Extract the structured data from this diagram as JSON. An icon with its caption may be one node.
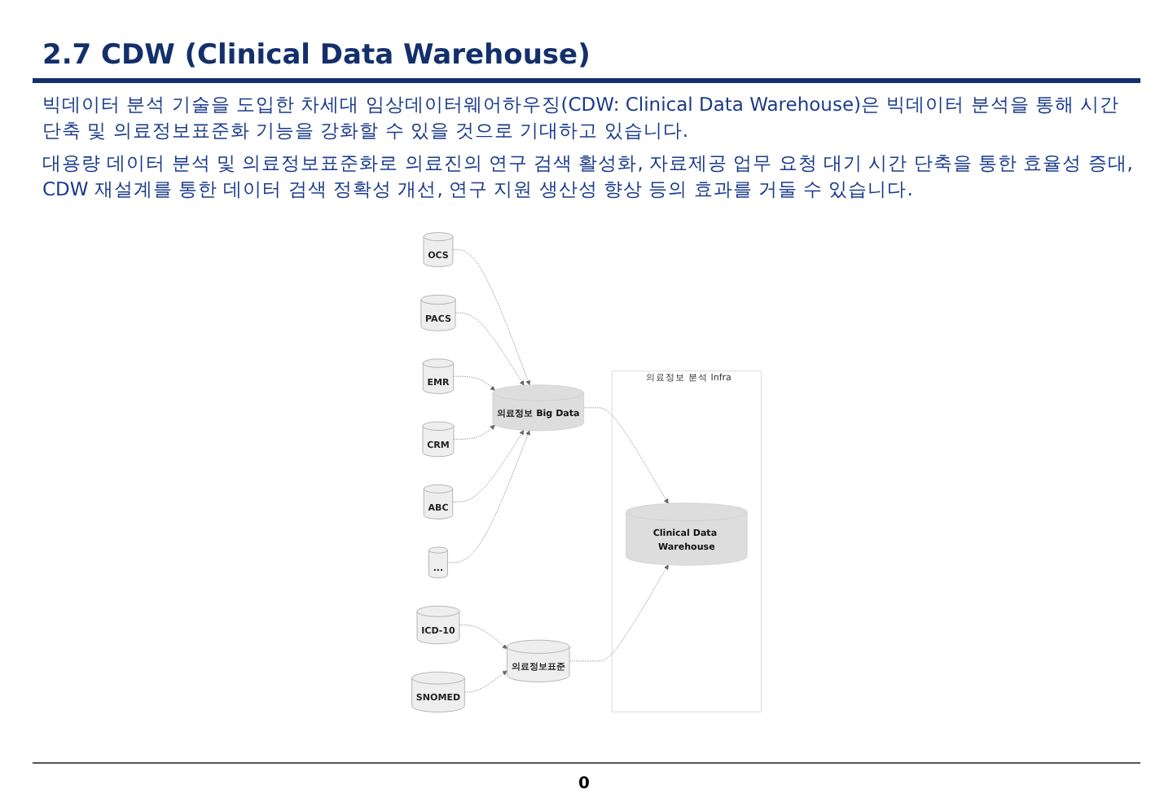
{
  "diagram": {
    "title": "2.7 CDW (Clinical Data Warehouse)",
    "nodes": [
      {
        "text": [
          "OCS"
        ]
      },
      {
        "text": [
          "PACS"
        ]
      },
      {
        "text": [
          "EMR"
        ]
      },
      {
        "text": [
          "CRM"
        ]
      },
      {
        "text": [
          "ABC"
        ]
      },
      {
        "text": [
          "..."
        ]
      },
      {
        "text": [
          "의료정보 Big Data"
        ]
      },
      {
        "text": [
          "의료정보 분석 Infra"
        ]
      },
      {
        "text": [
          "Clinical Data Warehouse"
        ],
        "in": 7
      },
      {
        "text": [
          "ICD-10"
        ]
      },
      {
        "text": [
          "SNOMED"
        ]
      },
      {
        "text": [
          "의료정보표준"
        ]
      }
    ],
    "edges": [
      {
        "from": 0,
        "to": 6,
        "arrow": "to",
        "style": "dashed"
      },
      {
        "from": 1,
        "to": 6,
        "arrow": "to",
        "style": "dashed"
      },
      {
        "from": 2,
        "to": 6,
        "arrow": "to",
        "style": "dashed"
      },
      {
        "from": 3,
        "to": 6,
        "arrow": "to",
        "style": "dashed"
      },
      {
        "from": 4,
        "to": 6,
        "arrow": "to",
        "style": "dashed"
      },
      {
        "from": 5,
        "to": 6,
        "arrow": "to",
        "style": "dashed"
      },
      {
        "from": 6,
        "to": 8,
        "arrow": "to",
        "style": "dashed"
      },
      {
        "from": 9,
        "to": 11,
        "arrow": "to",
        "style": "dashed"
      },
      {
        "from": 10,
        "to": 11,
        "arrow": "to",
        "style": "dashed"
      },
      {
        "from": 11,
        "to": 8,
        "arrow": "to",
        "style": "dashed"
      }
    ],
    "labels": [
      "빅데이터 분석 기술을 도입한 차세대 임상데이터웨어하우징(CDW: Clinical Data Warehouse)은 빅데이터 분석을 통해 시간 단축 및 의료정보표준화 기능을 강화할 수 있을 것으로 기대하고 있습니다.",
      "대용량 데이터 분석 및 의료정보표준화로 의료진의 연구 검색 활성화, 자료제공 업무 요청 대기 시간 단축을 통한 효율성 증대, CDW 재설계를 통한 데이터 검색 정확성 개선, 연구 지원 생산성 향상 등의 효과를 거둘 수 있습니다.",
      "0"
    ]
  }
}
